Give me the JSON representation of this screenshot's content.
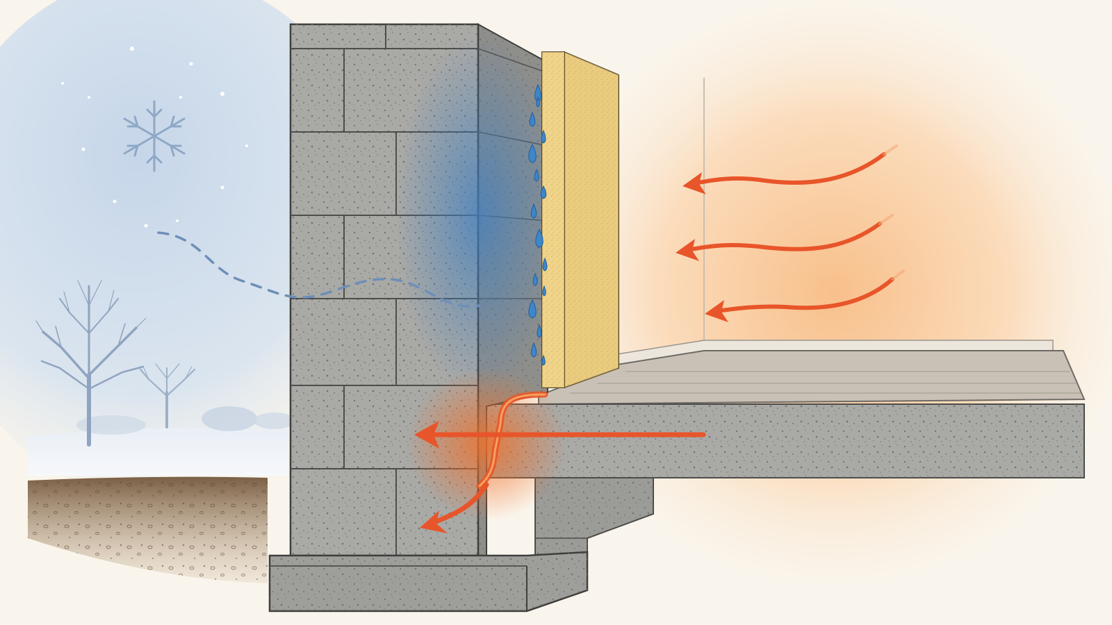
{
  "scene": {
    "outdoor": {
      "season": "winter",
      "icons": [
        "snowflake-icon",
        "bare-tree-icon"
      ]
    },
    "indoor": {
      "heat_flow_arrows": 3
    },
    "wall": {
      "material": "concrete-block",
      "condensation_drops": 16
    },
    "insulation": {
      "type": "fiberglass-board"
    },
    "thermal_bridge_arrows": 2
  },
  "colors": {
    "background": "#faf5ec",
    "cold_sky": "#c9d8e8",
    "warm_glow": "#f6c89a",
    "heat_arrow": "#e8552a",
    "concrete": "#a9a9a6",
    "concrete_dark": "#8e8e8b",
    "insulation": "#f0d58c",
    "water": "#3f86c9",
    "soil": "#8b6f52"
  }
}
